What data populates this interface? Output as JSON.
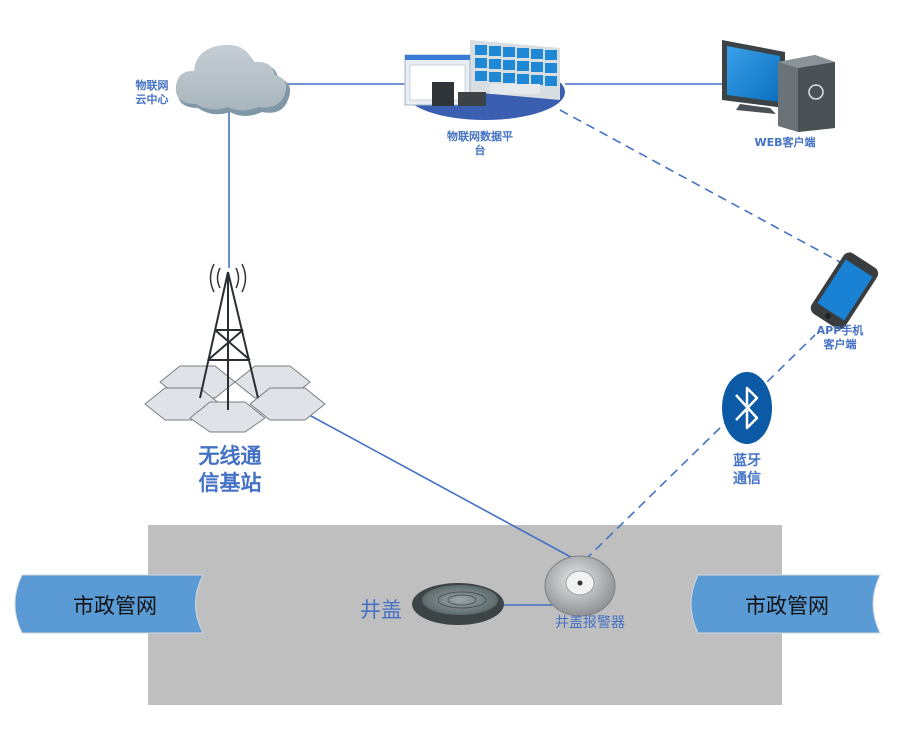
{
  "title": "井盖报警系统拓扑",
  "nodes": {
    "cloud": {
      "label_line1": "物联网",
      "label_line2": "云中心"
    },
    "platform": {
      "label_line1": "物联网数据平",
      "label_line2": "台"
    },
    "web_client": {
      "label": "WEB客户端"
    },
    "app_client": {
      "label_line1": "APP手机",
      "label_line2": "客户端"
    },
    "bluetooth": {
      "label_line1": "蓝牙",
      "label_line2": "通信"
    },
    "base_station": {
      "label_line1": "无线通",
      "label_line2": "信基站"
    },
    "manhole_cover": {
      "label": "井盖"
    },
    "alarm": {
      "label": "井盖报警器"
    },
    "pipe_left": {
      "label": "市政管网"
    },
    "pipe_right": {
      "label": "市政管网"
    }
  },
  "colors": {
    "line": "#4472c4",
    "ground": "#bfbfbf",
    "pipe": "#5b9bd5",
    "label": "#4472c4"
  },
  "connections": [
    {
      "from": "cloud",
      "to": "platform",
      "style": "solid"
    },
    {
      "from": "platform",
      "to": "web_client",
      "style": "solid"
    },
    {
      "from": "platform",
      "to": "app_client",
      "style": "dashed"
    },
    {
      "from": "cloud",
      "to": "base_station",
      "style": "solid"
    },
    {
      "from": "base_station",
      "to": "alarm",
      "style": "solid"
    },
    {
      "from": "alarm",
      "to": "app_client",
      "style": "dashed",
      "via": "bluetooth"
    },
    {
      "from": "manhole_cover",
      "to": "alarm",
      "style": "solid"
    }
  ]
}
